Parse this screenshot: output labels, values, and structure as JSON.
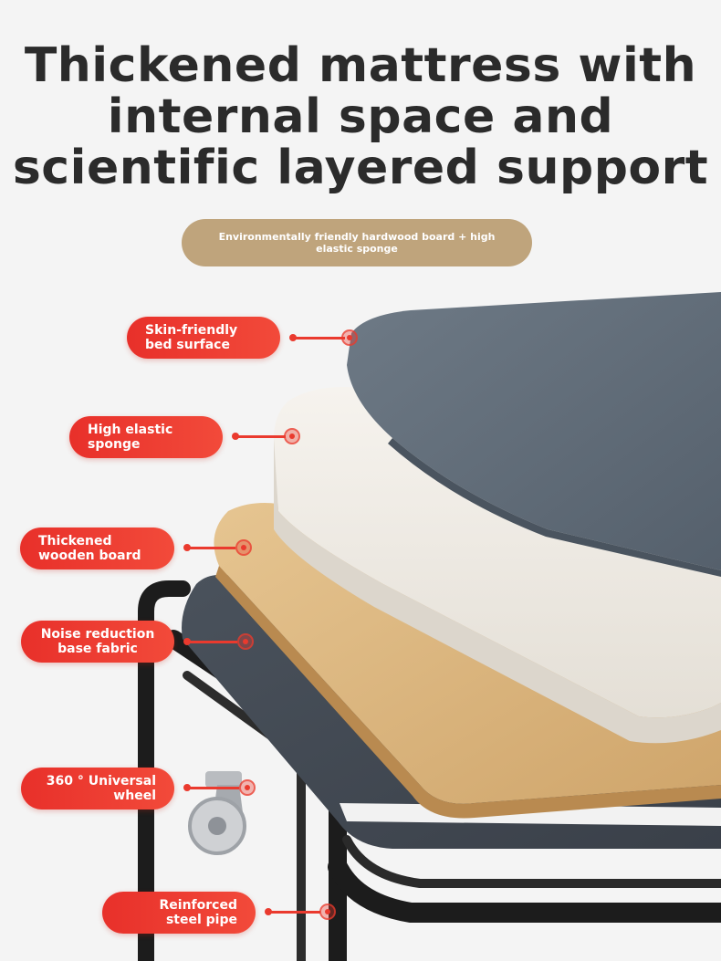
{
  "headline": {
    "line1": "Thickened mattress with",
    "line2": "internal space and",
    "line3": "scientific layered support"
  },
  "material_pill": "Environmentally friendly hardwood board + high elastic sponge",
  "callouts": [
    {
      "id": "skin-friendly-bed-surface",
      "label": "Skin-friendly bed surface"
    },
    {
      "id": "high-elastic-sponge",
      "label": "High elastic sponge"
    },
    {
      "id": "thickened-wooden-board",
      "label": "Thickened wooden board"
    },
    {
      "id": "noise-reduction-base-fabric",
      "label": "Noise reduction base fabric"
    },
    {
      "id": "universal-wheel",
      "label": "360 ° Universal wheel"
    },
    {
      "id": "reinforced-steel-pipe",
      "label": "Reinforced steel pipe"
    }
  ],
  "colors": {
    "accent_red": "#ea3a2e",
    "pill_gold": "#bfa47c",
    "headline_text": "#2b2b2b",
    "fabric_grey": "#5f6b78",
    "sponge_white": "#efece6",
    "wood": "#d9b27a",
    "frame_black": "#1c1c1c"
  }
}
